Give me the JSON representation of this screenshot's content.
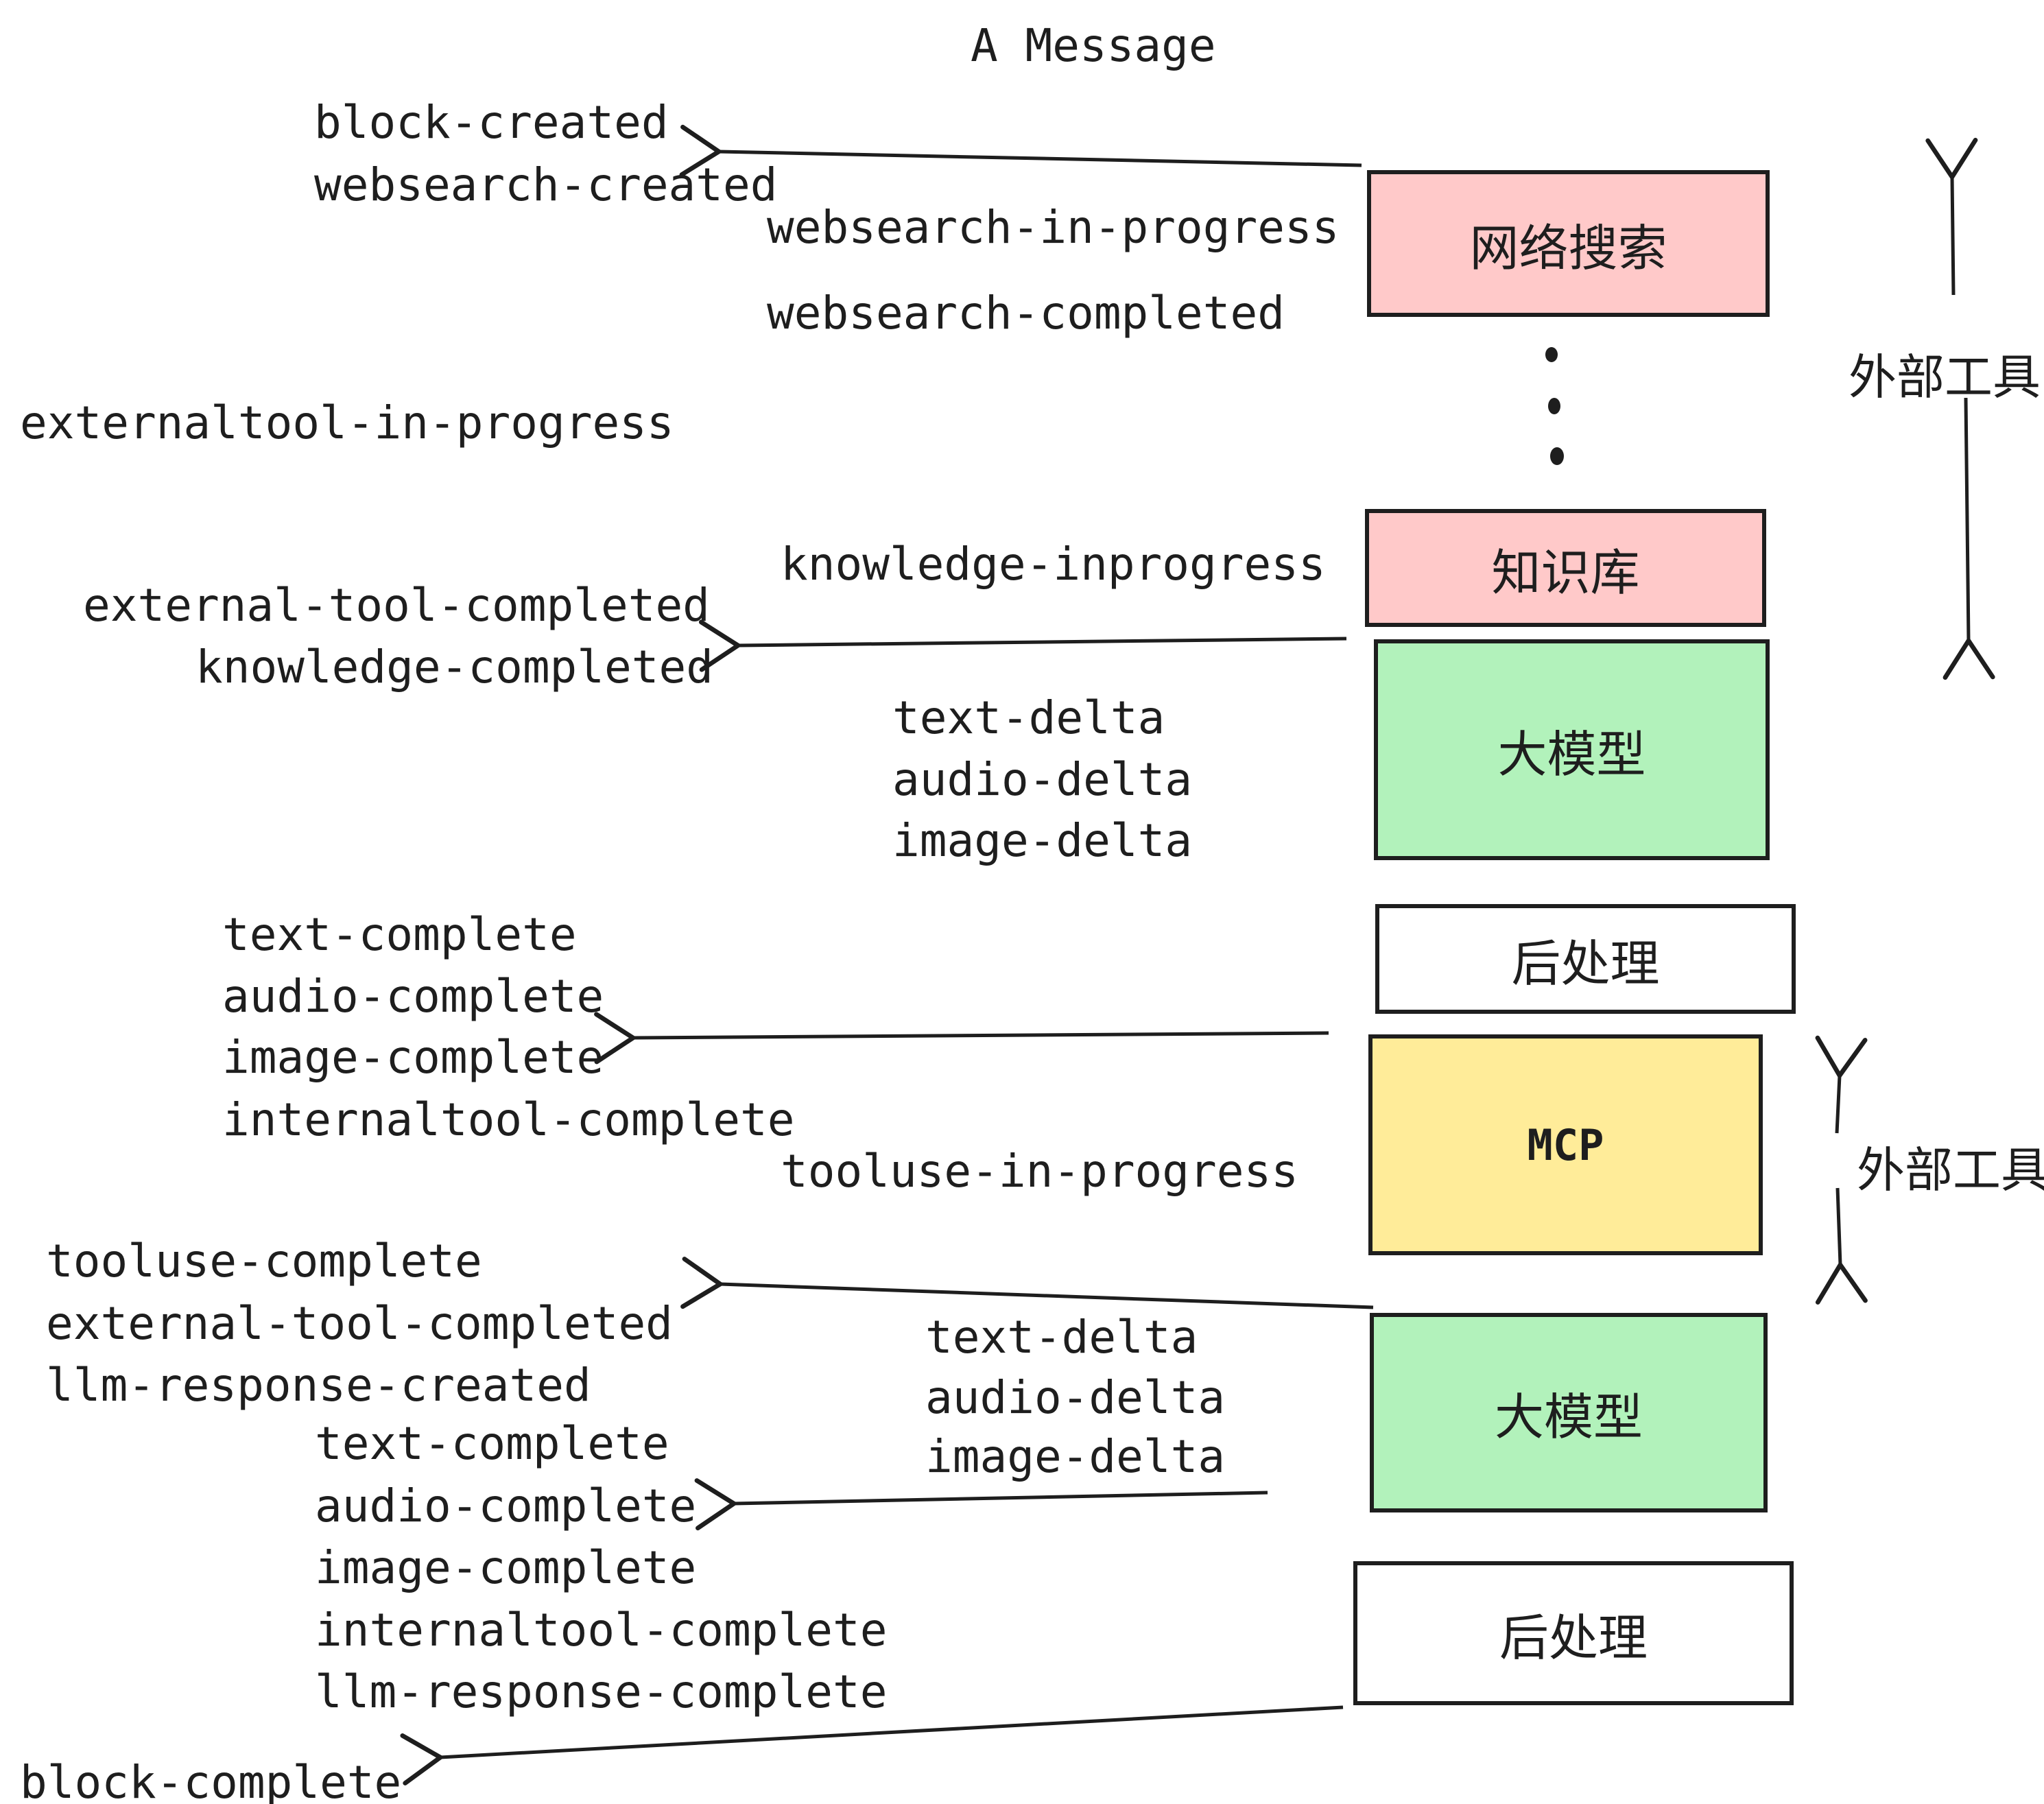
{
  "title": "A Message",
  "colors": {
    "pink": "#ffc9c9",
    "green": "#b2f2bb",
    "yellow": "#ffec99",
    "white": "#ffffff",
    "stroke": "#1e1e1e"
  },
  "nodes": {
    "websearch": {
      "label": "网络搜索",
      "color": "#ffc9c9"
    },
    "knowledge": {
      "label": "知识库",
      "color": "#ffc9c9"
    },
    "llm1": {
      "label": "大模型",
      "color": "#b2f2bb"
    },
    "post1": {
      "label": "后处理",
      "color": "#ffffff"
    },
    "mcp": {
      "label": "MCP",
      "color": "#ffec99"
    },
    "llm2": {
      "label": "大模型",
      "color": "#b2f2bb"
    },
    "post2": {
      "label": "后处理",
      "color": "#ffffff"
    }
  },
  "annotations": {
    "external_tools_top": "外部工具",
    "external_tools_mid": "外部工具"
  },
  "labels": {
    "block_created": "block-created",
    "websearch_created": "websearch-created",
    "websearch_in_progress": "websearch-in-progress",
    "websearch_completed": "websearch-completed",
    "externaltool_in_progress": "externaltool-in-progress",
    "knowledge_inprogress": "knowledge-inprogress",
    "external_tool_completed_1": "external-tool-completed",
    "knowledge_completed": "knowledge-completed",
    "text_delta_1": "text-delta",
    "audio_delta_1": "audio-delta",
    "image_delta_1": "image-delta",
    "text_complete_1": "text-complete",
    "audio_complete_1": "audio-complete",
    "image_complete_1": "image-complete",
    "internaltool_complete_1": "internaltool-complete",
    "tooluse_in_progress": "tooluse-in-progress",
    "tooluse_complete": "tooluse-complete",
    "external_tool_completed_2": "external-tool-completed",
    "llm_response_created": "llm-response-created",
    "text_complete_2": "text-complete",
    "audio_complete_2": "audio-complete",
    "image_complete_2": "image-complete",
    "internaltool_complete_2": "internaltool-complete",
    "llm_response_complete": "llm-response-complete",
    "block_complete": "block-complete"
  }
}
